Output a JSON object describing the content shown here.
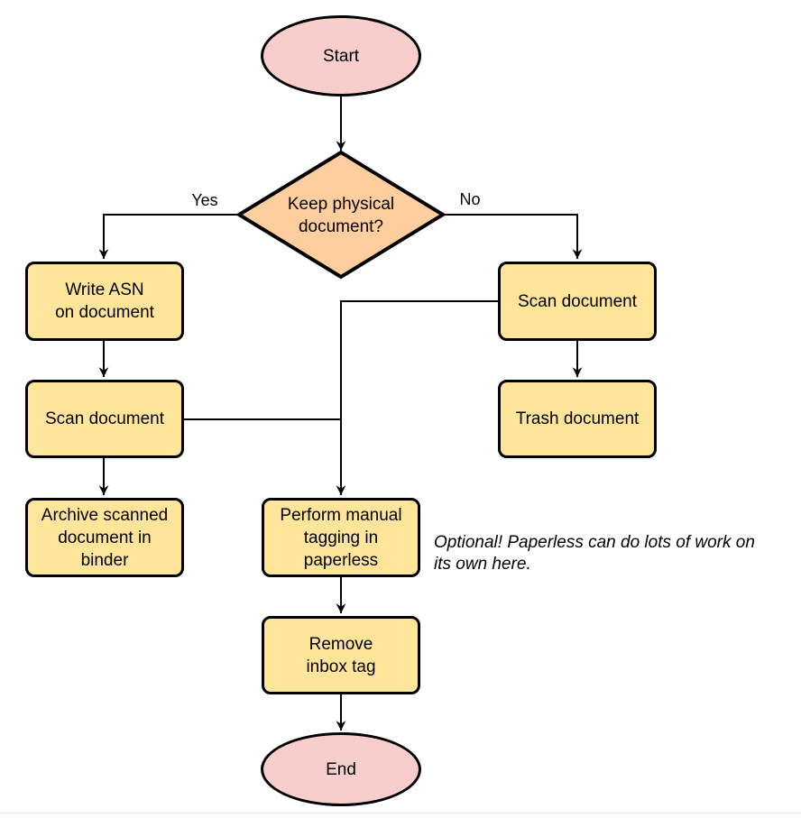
{
  "diagram": {
    "type": "flowchart",
    "colors": {
      "terminal_fill": "#f8cecc",
      "decision_fill": "#ffce9e",
      "process_fill": "#ffe599",
      "stroke": "#000000"
    },
    "nodes": {
      "start": {
        "label": "Start",
        "shape": "ellipse"
      },
      "decision": {
        "label": "Keep physical\ndocument?",
        "shape": "diamond"
      },
      "write_asn": {
        "label": "Write ASN\non document",
        "shape": "rect"
      },
      "scan_left": {
        "label": "Scan document",
        "shape": "rect"
      },
      "archive": {
        "label": "Archive scanned\ndocument in\nbinder",
        "shape": "rect"
      },
      "scan_right": {
        "label": "Scan document",
        "shape": "rect"
      },
      "trash": {
        "label": "Trash document",
        "shape": "rect"
      },
      "tagging": {
        "label": "Perform manual\ntagging in\npaperless",
        "shape": "rect"
      },
      "remove_inbox": {
        "label": "Remove\ninbox tag",
        "shape": "rect"
      },
      "end": {
        "label": "End",
        "shape": "ellipse"
      }
    },
    "edge_labels": {
      "yes": "Yes",
      "no": "No"
    },
    "edges": [
      {
        "from": "start",
        "to": "decision"
      },
      {
        "from": "decision",
        "to": "write_asn",
        "label": "Yes"
      },
      {
        "from": "decision",
        "to": "scan_right",
        "label": "No"
      },
      {
        "from": "write_asn",
        "to": "scan_left"
      },
      {
        "from": "scan_left",
        "to": "archive"
      },
      {
        "from": "scan_left",
        "to": "tagging"
      },
      {
        "from": "scan_right",
        "to": "trash"
      },
      {
        "from": "scan_right",
        "to": "tagging"
      },
      {
        "from": "tagging",
        "to": "remove_inbox"
      },
      {
        "from": "remove_inbox",
        "to": "end"
      }
    ],
    "annotation": "Optional! Paperless can do lots of work on\nits own here."
  }
}
